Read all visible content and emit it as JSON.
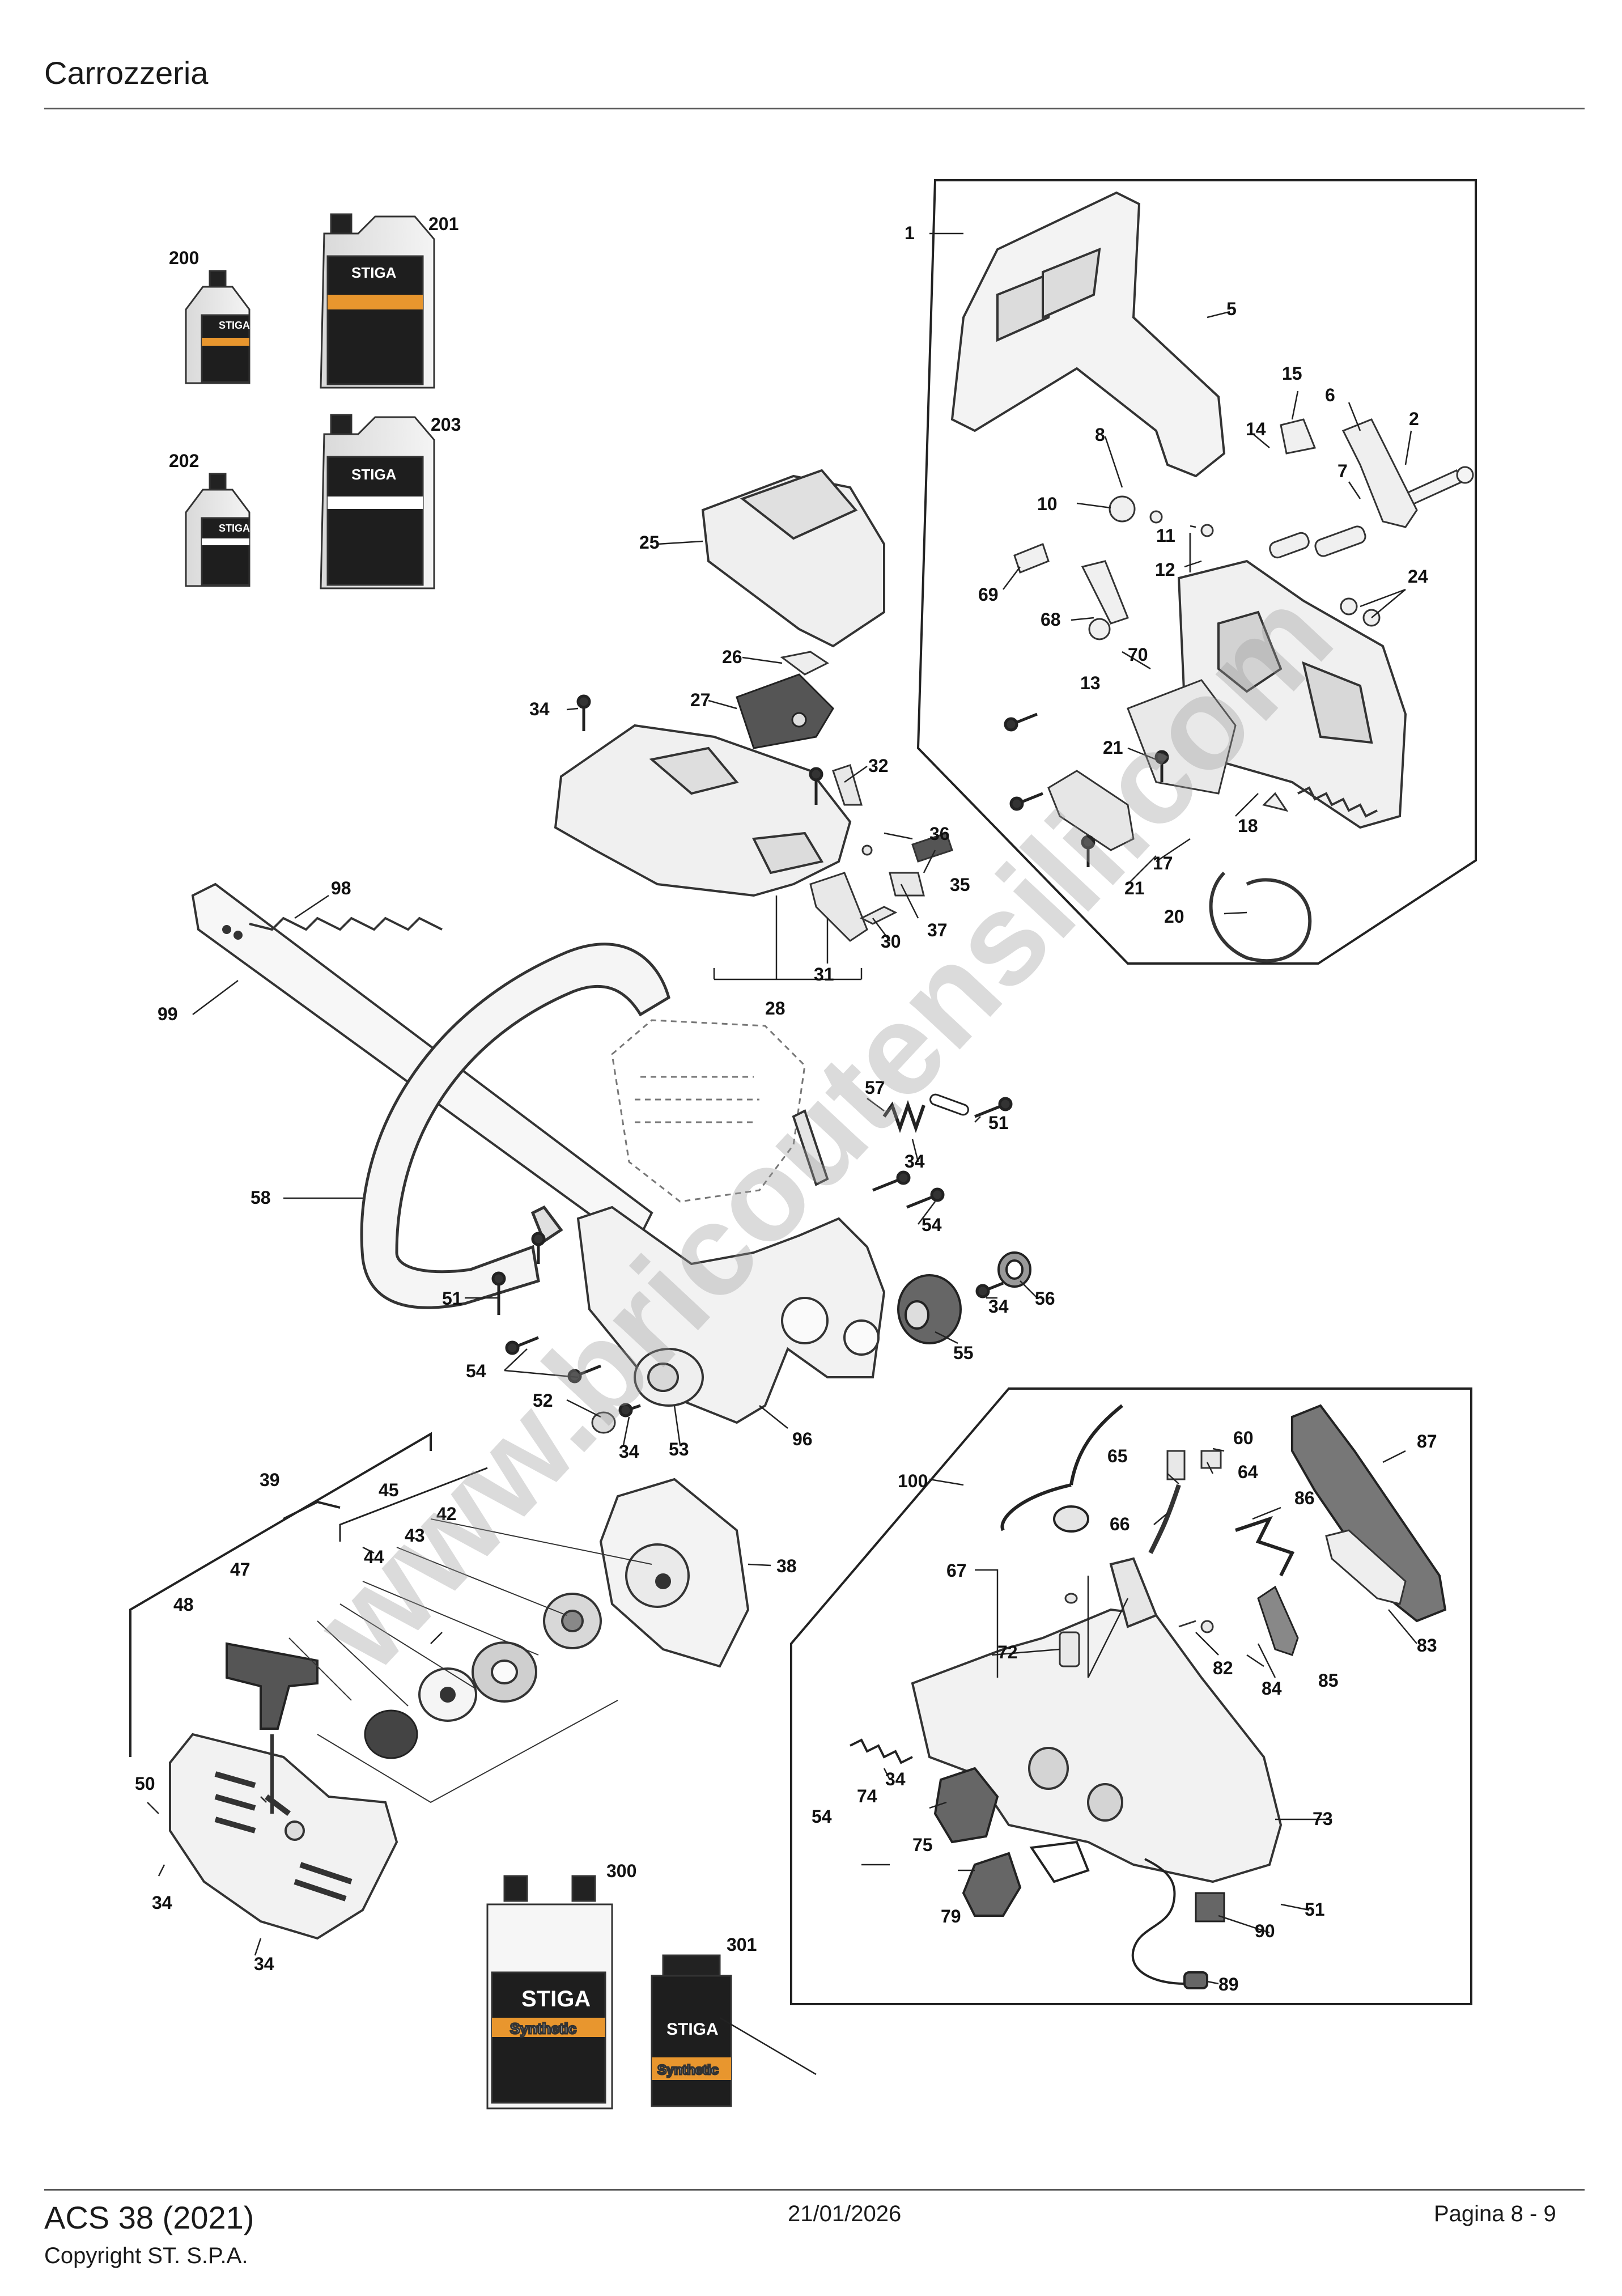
{
  "header": {
    "title": "Carrozzeria"
  },
  "footer": {
    "model": "ACS 38 (2021)",
    "copyright": "Copyright ST. S.P.A.",
    "date": "21/01/2026",
    "page": "Pagina 8 - 9"
  },
  "watermark": "www.bricoutensili.com",
  "brand": "STIGA",
  "bottle_texts": {
    "b300": "Synthetic",
    "b301": "Synthetic"
  },
  "part_labels": {
    "p1": "1",
    "p2": "2",
    "p5": "5",
    "p6": "6",
    "p7": "7",
    "p8": "8",
    "p10": "10",
    "p11": "11",
    "p12": "12",
    "p13": "13",
    "p14": "14",
    "p15": "15",
    "p17": "17",
    "p18": "18",
    "p20": "20",
    "p21a": "21",
    "p21b": "21",
    "p24": "24",
    "p25": "25",
    "p26": "26",
    "p27": "27",
    "p28": "28",
    "p30": "30",
    "p31": "31",
    "p32": "32",
    "p34a": "34",
    "p34b": "34",
    "p34c": "34",
    "p34d": "34",
    "p34e": "34",
    "p34f": "34",
    "p34g": "34",
    "p35": "35",
    "p36": "36",
    "p37": "37",
    "p38": "38",
    "p39": "39",
    "p42": "42",
    "p43": "43",
    "p44": "44",
    "p45": "45",
    "p47": "47",
    "p48": "48",
    "p50": "50",
    "p51a": "51",
    "p51b": "51",
    "p51c": "51",
    "p52": "52",
    "p53": "53",
    "p54a": "54",
    "p54b": "54",
    "p54c": "54",
    "p55": "55",
    "p56": "56",
    "p57": "57",
    "p58": "58",
    "p60": "60",
    "p64": "64",
    "p65": "65",
    "p66": "66",
    "p67": "67",
    "p68": "68",
    "p69": "69",
    "p70": "70",
    "p72": "72",
    "p73": "73",
    "p74": "74",
    "p75": "75",
    "p79": "79",
    "p82": "82",
    "p83": "83",
    "p84": "84",
    "p85": "85",
    "p86": "86",
    "p87": "87",
    "p89": "89",
    "p90": "90",
    "p96": "96",
    "p98": "98",
    "p99": "99",
    "p100": "100",
    "p200": "200",
    "p201": "201",
    "p202": "202",
    "p203": "203",
    "p300": "300",
    "p301": "301"
  }
}
